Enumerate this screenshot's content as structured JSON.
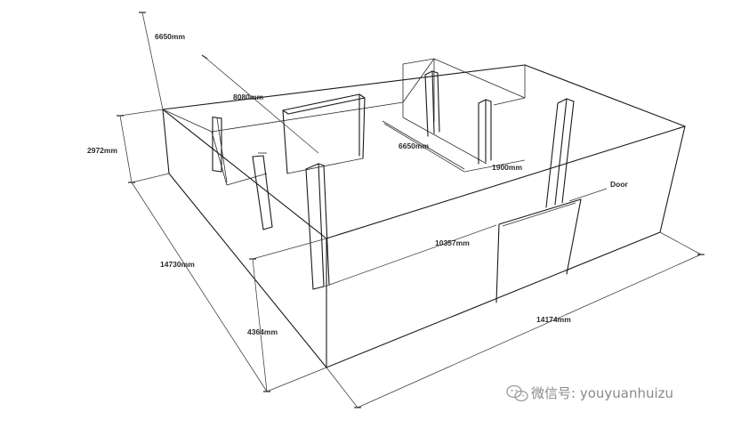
{
  "dimensions": {
    "top_length": "6650mm",
    "inner_span": "8080mm",
    "inner_width": "6650mm",
    "pillar_offset": "1900mm",
    "room_height_upper": "2972mm",
    "left_depth": "14730mm",
    "room_height": "4364mm",
    "inner_length": "10357mm",
    "front_length": "14174mm"
  },
  "labels": {
    "door": "Door"
  },
  "watermark": {
    "text": "微信号: youyuanhuizu",
    "icon": "wechat-icon"
  },
  "colors": {
    "line": "#1a1a1a",
    "label": "#2a2a2a",
    "watermark": "#8a8a8a"
  }
}
